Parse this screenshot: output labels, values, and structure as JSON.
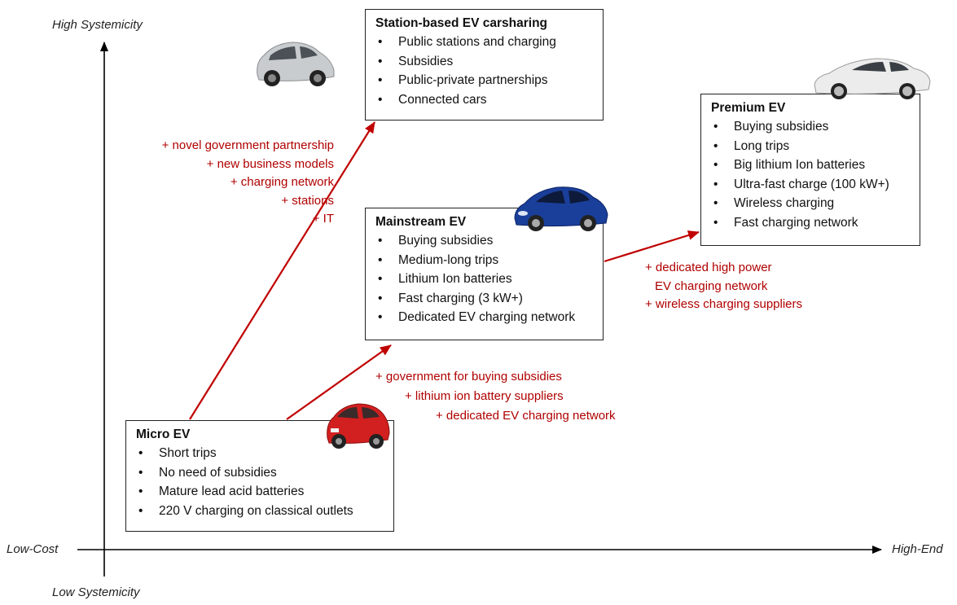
{
  "axes": {
    "y_top": "High Systemicity",
    "y_bottom": "Low Systemicity",
    "x_left": "Low-Cost",
    "x_right": "High-End"
  },
  "boxes": {
    "micro": {
      "title": "Micro EV",
      "items": [
        "Short trips",
        "No need of subsidies",
        "Mature lead acid batteries",
        "220 V charging on classical outlets"
      ],
      "car": "red-micro-car-image",
      "car_color": "#d21f1f"
    },
    "station": {
      "title": "Station-based EV carsharing",
      "items": [
        "Public stations and charging",
        "Subsidies",
        "Public-private partnerships",
        "Connected cars"
      ],
      "car": "silver-carsharing-car-image",
      "car_color": "#c9ccce"
    },
    "mainstream": {
      "title": "Mainstream EV",
      "items": [
        "Buying subsidies",
        "Medium-long trips",
        "Lithium Ion batteries",
        "Fast charging (3 kW+)",
        "Dedicated EV charging network"
      ],
      "car": "blue-hatchback-image",
      "car_color": "#1a3f9a"
    },
    "premium": {
      "title": "Premium EV",
      "items": [
        "Buying subsidies",
        "Long trips",
        "Big lithium Ion batteries",
        "Ultra-fast charge (100 kW+)",
        "Wireless charging",
        "Fast charging network"
      ],
      "car": "white-sedan-image",
      "car_color": "#e8e8e8"
    }
  },
  "transitions": {
    "to_station": [
      "+ novel government partnership",
      "+ new business models",
      "+ charging network",
      "+ stations",
      "+ IT"
    ],
    "to_mainstream": [
      "+ government for buying subsidies",
      "+ lithium ion battery suppliers",
      "+ dedicated EV charging network"
    ],
    "to_premium": [
      "+ dedicated high power",
      "EV charging network",
      "+ wireless charging suppliers"
    ]
  },
  "colors": {
    "accent": "#c00000",
    "axis": "#000000",
    "box_border": "#222222"
  }
}
